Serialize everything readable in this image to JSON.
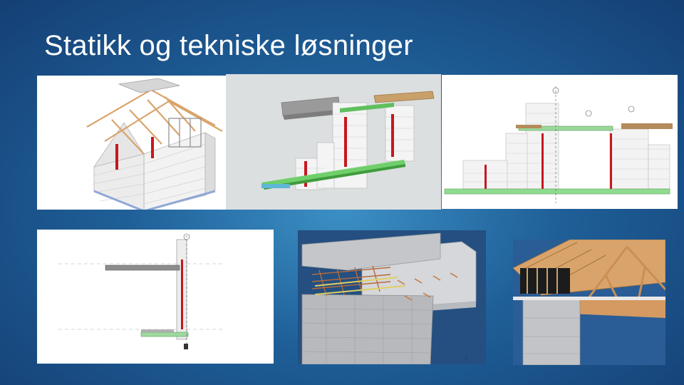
{
  "slide": {
    "title": "Statikk og tekniske løsninger",
    "page_number": "5"
  },
  "images": [
    {
      "name": "house-3d-model-image"
    },
    {
      "name": "wall-opening-3d-image"
    },
    {
      "name": "wall-elevation-drawing-image"
    },
    {
      "name": "wall-section-drawing-image"
    },
    {
      "name": "slab-reinforcement-render-image"
    },
    {
      "name": "roof-truss-render-image"
    }
  ],
  "colors": {
    "background_center": "#3b8fc4",
    "background_edge": "#143f74",
    "title_text": "#ffffff",
    "accent_red": "#c8161d",
    "accent_green": "#7ed07a",
    "timber": "#d9a46b"
  }
}
